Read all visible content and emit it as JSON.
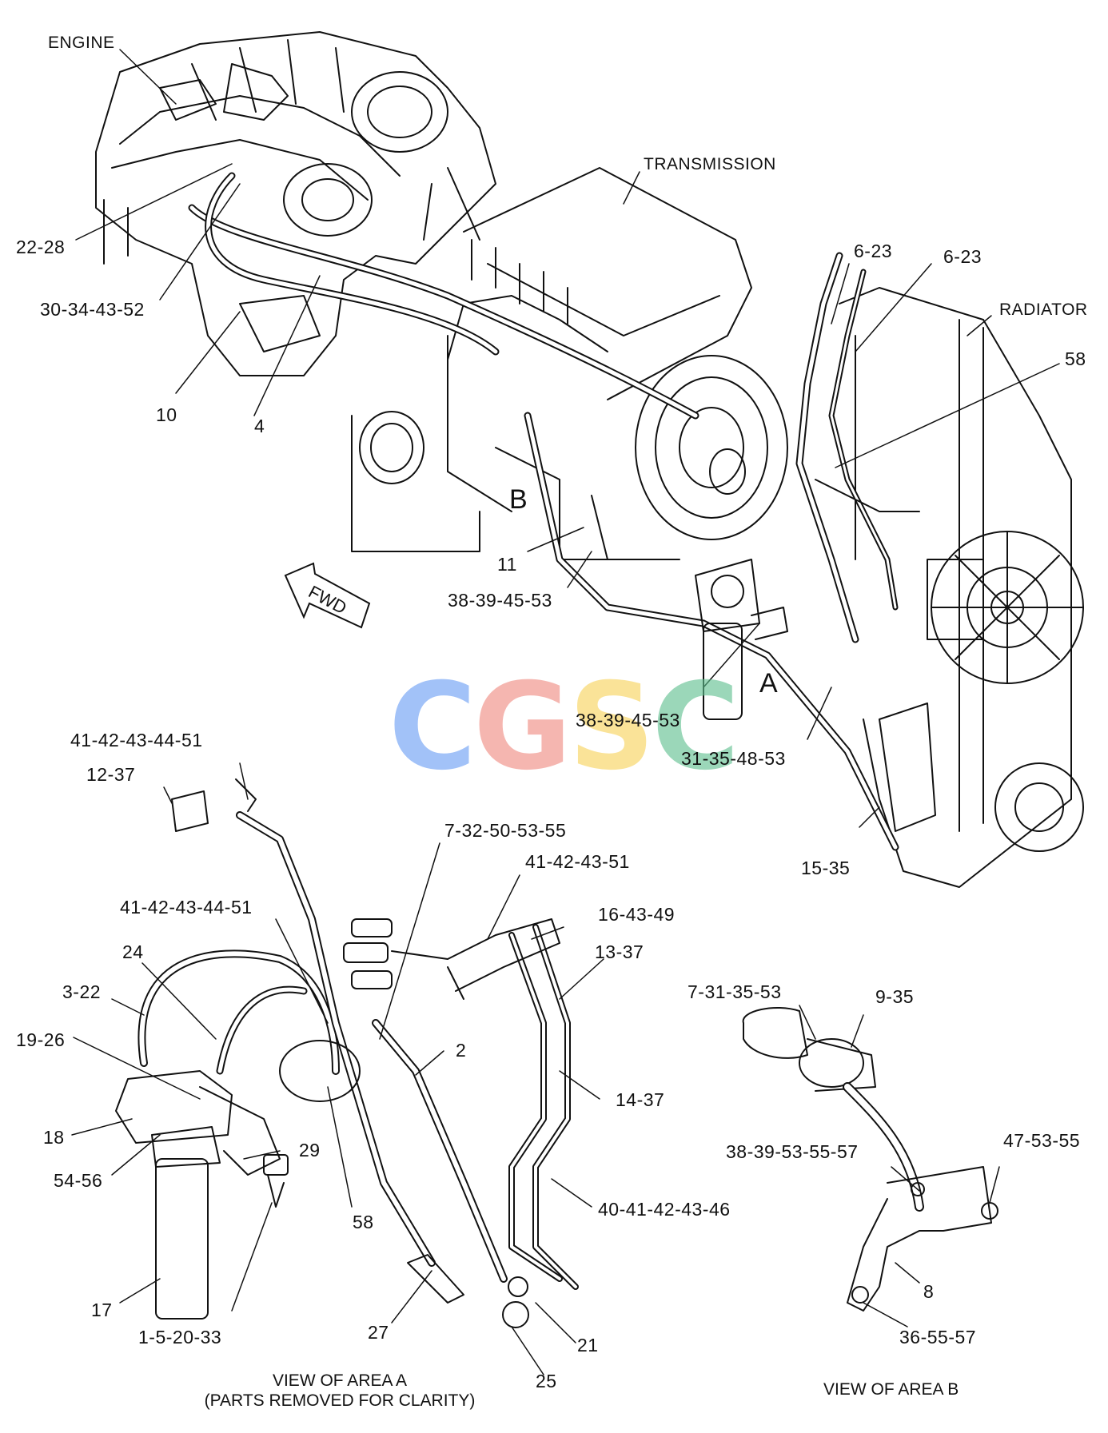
{
  "callouts": {
    "engine": "ENGINE",
    "transmission": "TRANSMISSION",
    "radiator": "RADIATOR",
    "c_22_28": "22-28",
    "c_30_34_43_52": "30-34-43-52",
    "c_10": "10",
    "c_4": "4",
    "c_6_23_a": "6-23",
    "c_6_23_b": "6-23",
    "c_58_top": "58",
    "c_b": "B",
    "c_11": "11",
    "c_38_39_45_53_a": "38-39-45-53",
    "c_a": "A",
    "c_38_39_45_53_b": "38-39-45-53",
    "c_31_35_48_53": "31-35-48-53",
    "c_15_35": "15-35",
    "c_41_42_43_44_51_a": "41-42-43-44-51",
    "c_12_37": "12-37",
    "c_7_32_50_53_55": "7-32-50-53-55",
    "c_41_42_43_51": "41-42-43-51",
    "c_41_42_43_44_51_b": "41-42-43-44-51",
    "c_16_43_49": "16-43-49",
    "c_24": "24",
    "c_13_37": "13-37",
    "c_3_22": "3-22",
    "c_2": "2",
    "c_19_26": "19-26",
    "c_14_37": "14-37",
    "c_18": "18",
    "c_29": "29",
    "c_54_56": "54-56",
    "c_58_bottom": "58",
    "c_40_41_42_43_46": "40-41-42-43-46",
    "c_17": "17",
    "c_1_5_20_33": "1-5-20-33",
    "c_27": "27",
    "c_21": "21",
    "c_25": "25",
    "c_7_31_35_53": "7-31-35-53",
    "c_9_35": "9-35",
    "c_38_39_53_55_57": "38-39-53-55-57",
    "c_47_53_55": "47-53-55",
    "c_8": "8",
    "c_36_55_57": "36-55-57"
  },
  "view_a_line1": "VIEW OF AREA A",
  "view_a_line2": "(PARTS REMOVED FOR CLARITY)",
  "view_b": "VIEW OF AREA B",
  "fwd_label": "FWD",
  "watermark": {
    "text": "CGSC",
    "letters": [
      "C",
      "G",
      "S",
      "C"
    ],
    "colors": [
      "#6a9ef5",
      "#f08a80",
      "#f7d35a",
      "#5fc08f"
    ]
  }
}
